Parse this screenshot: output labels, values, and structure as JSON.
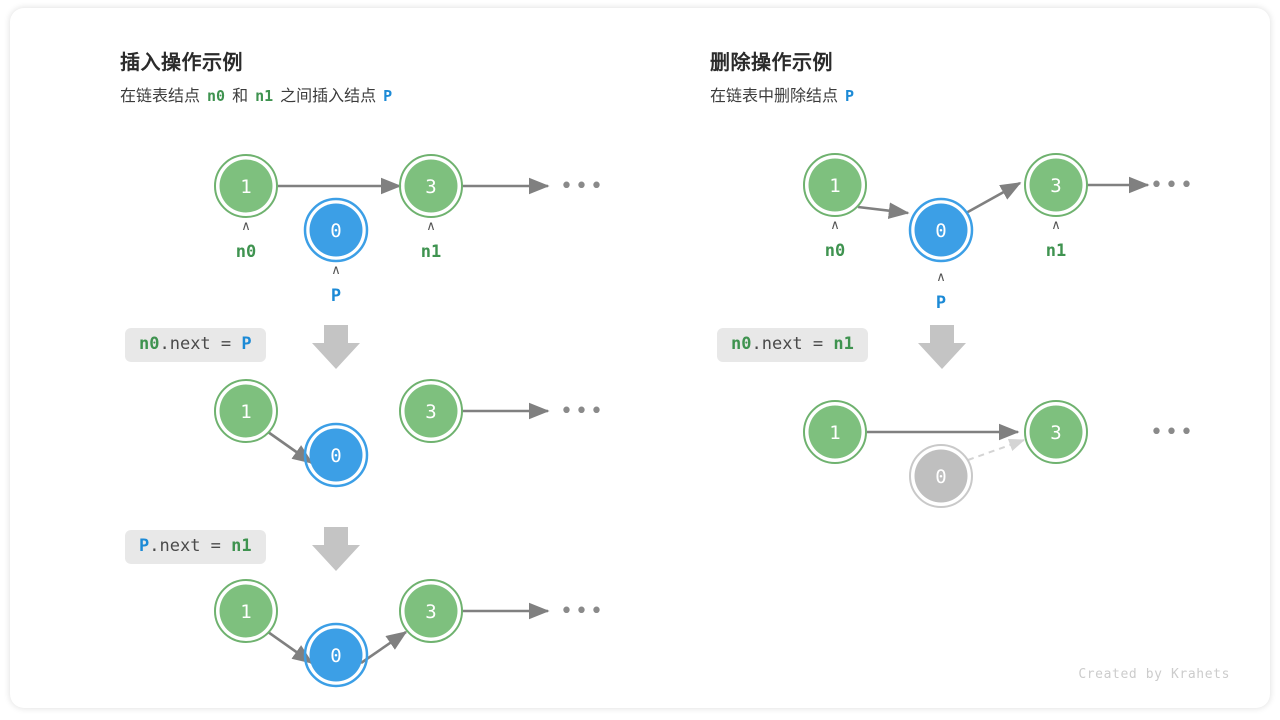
{
  "credit": "Created by Krahets",
  "colors": {
    "node_green_fill": "#7EC07E",
    "node_green_ring": "#6FB26F",
    "node_blue_fill": "#3C9FE6",
    "node_blue_ring": "#3C9FE6",
    "node_gray_fill": "#BFBFBF",
    "node_gray_ring": "#BFBFBF",
    "arrow": "#808080",
    "arrow_faded": "#D4D4D4",
    "block_arrow": "#C4C4C4",
    "label_green": "#3f9350",
    "label_blue": "#1c8ad6",
    "pill_bg": "#e8e8e8"
  },
  "panels": [
    {
      "id": "insert",
      "title": "插入操作示例",
      "subtitle": {
        "part1": "在链表结点",
        "var1": "n0",
        "part2": "和",
        "var2": "n1",
        "part3": "之间插入结点",
        "var3": "P"
      },
      "steps": [
        {
          "id": "insert-step-1",
          "nodes": [
            {
              "value": "1",
              "color": "green",
              "label": "n0",
              "label_color": "green"
            },
            {
              "value": "0",
              "color": "blue",
              "label": "P",
              "label_color": "blue"
            },
            {
              "value": "3",
              "color": "green",
              "label": "n1",
              "label_color": "green"
            }
          ],
          "ellipsis": "•••"
        },
        {
          "id": "insert-step-2",
          "code": {
            "target": "n0",
            "target_color": "green",
            "middle": ".next = ",
            "value": "P",
            "value_color": "blue"
          },
          "nodes": [
            {
              "value": "1",
              "color": "green"
            },
            {
              "value": "0",
              "color": "blue"
            },
            {
              "value": "3",
              "color": "green"
            }
          ],
          "ellipsis": "•••"
        },
        {
          "id": "insert-step-3",
          "code": {
            "target": "P",
            "target_color": "blue",
            "middle": ".next = ",
            "value": "n1",
            "value_color": "green"
          },
          "nodes": [
            {
              "value": "1",
              "color": "green"
            },
            {
              "value": "0",
              "color": "blue"
            },
            {
              "value": "3",
              "color": "green"
            }
          ],
          "ellipsis": "•••"
        }
      ]
    },
    {
      "id": "delete",
      "title": "删除操作示例",
      "subtitle": {
        "part1": "在链表中删除结点",
        "var1": "P",
        "part2": "",
        "var2": "",
        "part3": "",
        "var3": ""
      },
      "steps": [
        {
          "id": "delete-step-1",
          "nodes": [
            {
              "value": "1",
              "color": "green",
              "label": "n0",
              "label_color": "green"
            },
            {
              "value": "0",
              "color": "blue",
              "label": "P",
              "label_color": "blue"
            },
            {
              "value": "3",
              "color": "green",
              "label": "n1",
              "label_color": "green"
            }
          ],
          "ellipsis": "•••"
        },
        {
          "id": "delete-step-2",
          "code": {
            "target": "n0",
            "target_color": "green",
            "middle": ".next = ",
            "value": "n1",
            "value_color": "green"
          },
          "nodes": [
            {
              "value": "1",
              "color": "green"
            },
            {
              "value": "0",
              "color": "gray"
            },
            {
              "value": "3",
              "color": "green"
            }
          ],
          "ellipsis": "•••"
        }
      ]
    }
  ]
}
